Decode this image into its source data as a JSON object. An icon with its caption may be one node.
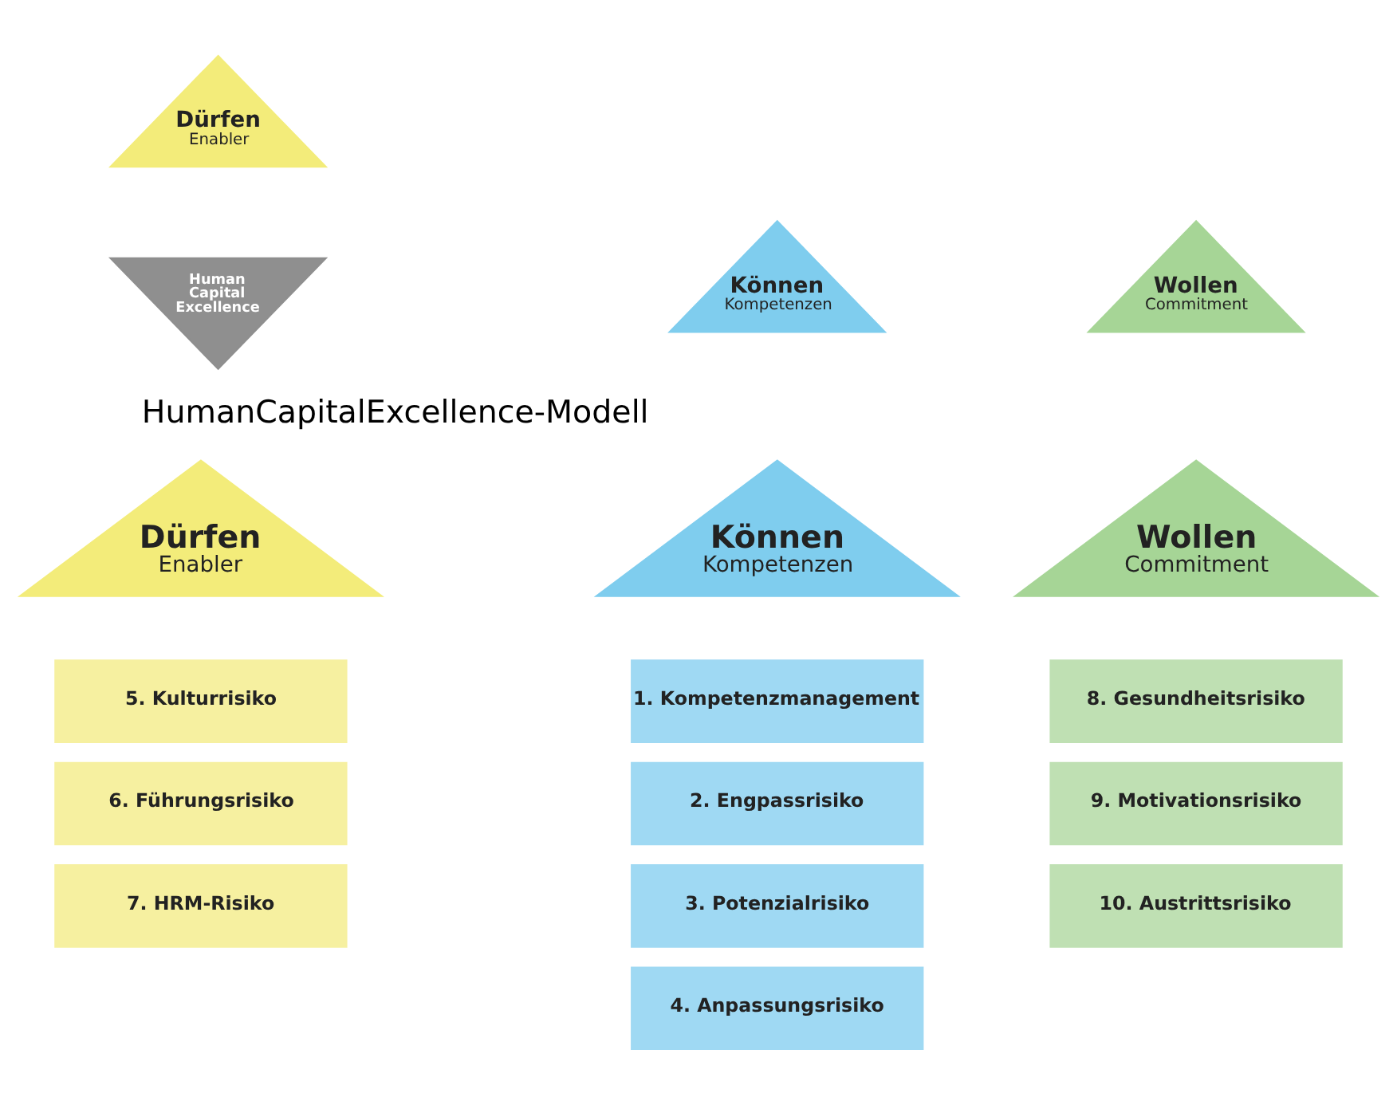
{
  "diagram": {
    "nodes": [
      {
        "text": [
          "Dürfen",
          "Enabler"
        ]
      },
      {
        "text": [
          "Human Capital Excellence"
        ]
      },
      {
        "text": [
          "Können",
          "Kompetenzen"
        ]
      },
      {
        "text": [
          "Wollen",
          "Commitment"
        ]
      },
      {
        "text": [
          "Können",
          "Kompetenzen"
        ]
      },
      {
        "text": [
          "1. Kompetenzmanagement"
        ]
      },
      {
        "text": [
          "2. Engpassrisiko"
        ]
      },
      {
        "text": [
          "3. Potenzialrisiko"
        ]
      },
      {
        "text": [
          "4. Anpassungsrisiko"
        ]
      },
      {
        "text": [
          "Dürfen",
          "Enabler"
        ]
      },
      {
        "text": [
          "5. Kulturrisiko"
        ]
      },
      {
        "text": [
          "6. Führungsrisiko"
        ]
      },
      {
        "text": [
          "7. HRM-Risiko"
        ]
      },
      {
        "text": [
          "Wollen",
          "Commitment"
        ]
      },
      {
        "text": [
          "8. Gesundheitsrisiko"
        ]
      },
      {
        "text": [
          "9. Motivationsrisiko"
        ]
      },
      {
        "text": [
          "10. Austrittsrisiko"
        ]
      }
    ],
    "edges": [],
    "labels": [
      "HumanCapitalExcellence-Modell"
    ]
  }
}
